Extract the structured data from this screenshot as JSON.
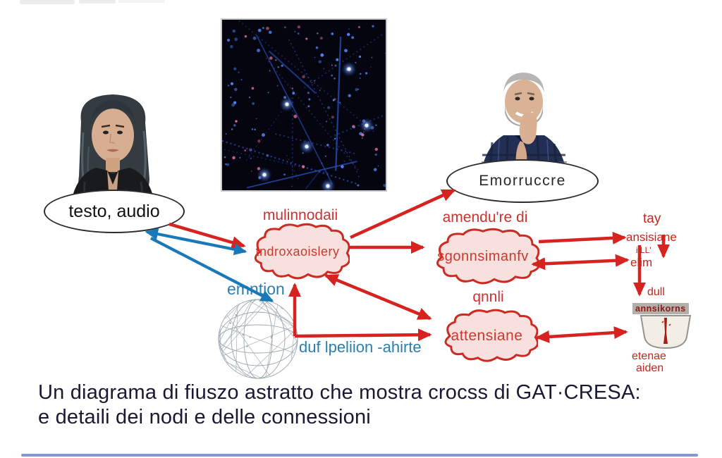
{
  "people": {
    "woman_bubble": "testo, audio",
    "man_bubble": "Emorruccre"
  },
  "nodes": {
    "center": {
      "above": "mulinnodaii",
      "inside": "tndroxaoislery"
    },
    "right": {
      "above": "amendu're di",
      "inside": "sgonnsimanfv"
    },
    "bottom": {
      "above": "qnnli",
      "inside": "attensiane"
    },
    "sphere_label": "emntion",
    "sphere_note": "duf lpeliion -ahirte"
  },
  "right_column": {
    "t1": "tay",
    "t2": "ansisiane",
    "t3": "i!LL'",
    "t4": "elim",
    "t5": "dull",
    "band": "annsikorns",
    "b1": "etenae",
    "b2": "aiden"
  },
  "caption": {
    "line1": "Un diagrama di fiuszo astratto che mostra crocss di GAT·CRESA:",
    "line2": "e detaili dei nodi e delle connessioni"
  },
  "colors": {
    "arrow_red": "#d62320",
    "arrow_blue": "#1878b8",
    "cloud_fill": "#f8e0df",
    "cloud_stroke": "#cc2b23",
    "caption_text": "#191935",
    "label_blue": "#2b7fb0"
  }
}
